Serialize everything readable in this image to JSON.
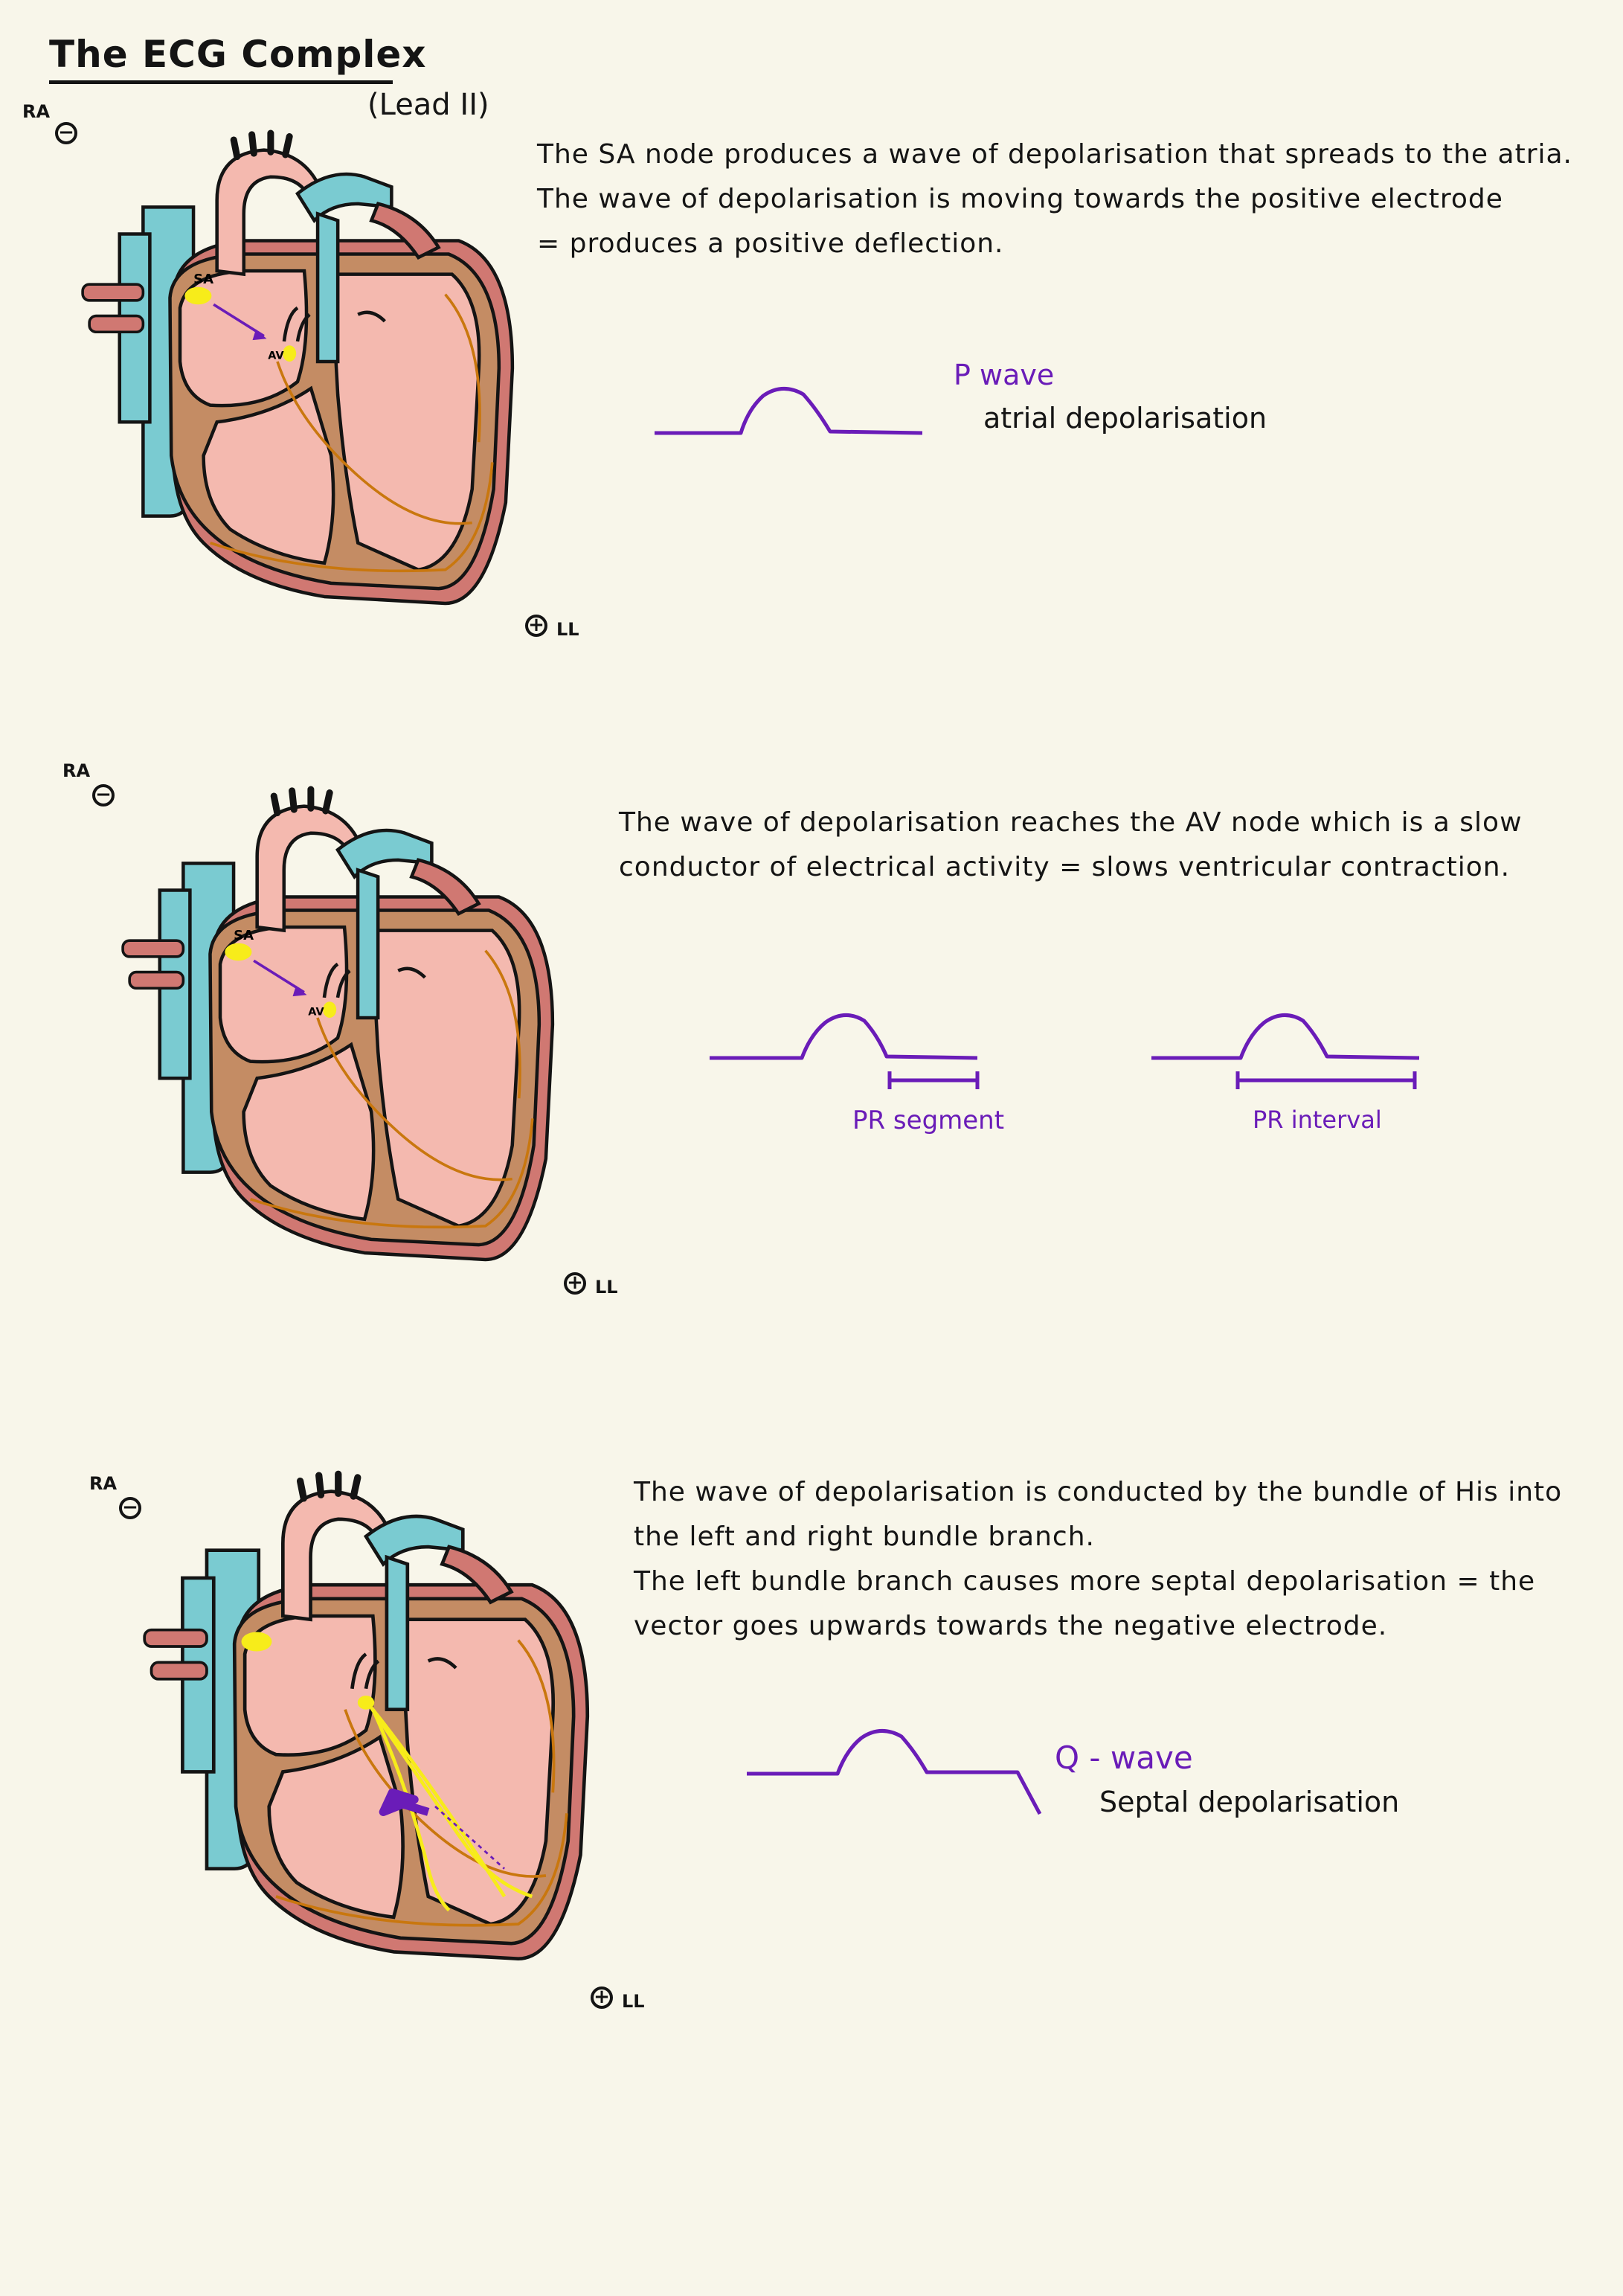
{
  "header": {
    "title": "The ECG Complex",
    "lead": "(Lead II)"
  },
  "electrodes": {
    "ra": "RA",
    "ll": "LL",
    "minus": "−",
    "plus": "+"
  },
  "colors": {
    "background": "#f8f6ea",
    "wave": "#6a1cb8",
    "label_purple": "#6a1cb8",
    "heart_muscle": "#f4b9af",
    "myocardium": "#c48c64",
    "vessel_blue": "#7acbd1",
    "artery_red": "#d07872",
    "node_yellow": "#f7ec1a",
    "conduction": "#c9770e"
  },
  "sections": [
    {
      "heart_labels": {
        "sa": "SA",
        "av": "AV"
      },
      "text": [
        "The SA node produces a wave of depolarisation that spreads to the atria.",
        "The wave of depolarisation is moving towards the positive electrode",
        "= produces a positive deflection."
      ],
      "wave_name": "P wave",
      "wave_desc": "atrial depolarisation"
    },
    {
      "heart_labels": {
        "sa": "SA",
        "av": "AV"
      },
      "text": [
        "The wave of depolarisation reaches the AV node which is a slow conductor of electrical activity = slows ventricular contraction."
      ],
      "wave_labels": [
        "PR segment",
        "PR interval"
      ]
    },
    {
      "text": [
        "The wave of depolarisation is conducted by the bundle of His into the left and right bundle branch.",
        "The left bundle branch causes more septal depolarisation = the vector goes upwards towards the negative electrode."
      ],
      "wave_name": "Q - wave",
      "wave_desc": "Septal depolarisation"
    }
  ]
}
